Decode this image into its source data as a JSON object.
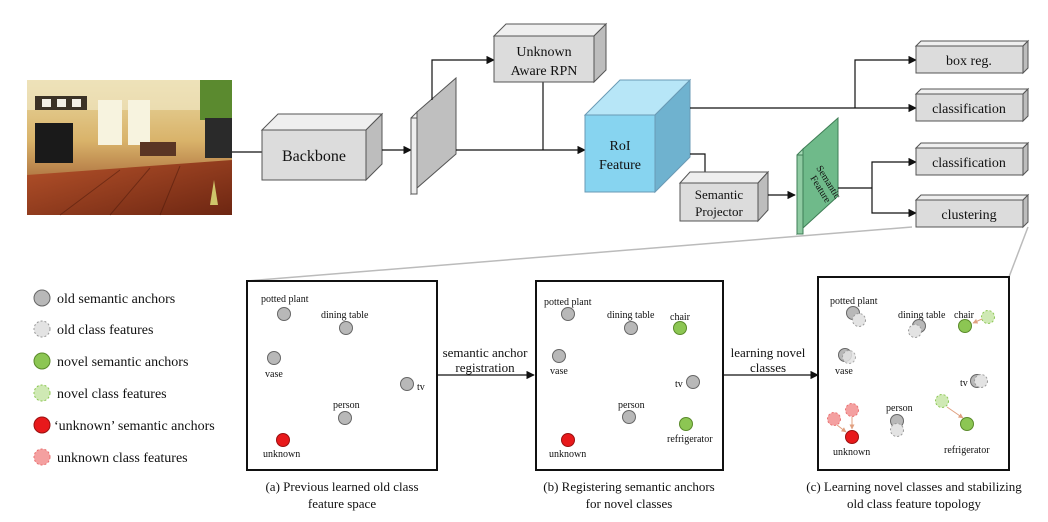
{
  "pipeline": {
    "backbone": "Backbone",
    "rpn": [
      "Unknown",
      "Aware RPN"
    ],
    "roi": [
      "RoI",
      "Feature"
    ],
    "projector": [
      "Semantic",
      "Projector"
    ],
    "semantic_feature": [
      "Semantic",
      "Feature"
    ],
    "outputs": {
      "box_reg": "box reg.",
      "classification_top": "classification",
      "classification_bottom": "classification",
      "clustering": "clustering"
    }
  },
  "legend": {
    "old_anchor": "old semantic anchors",
    "old_feature": "old class features",
    "novel_anchor": "novel semantic anchors",
    "novel_feature": "novel class features",
    "unknown_anchor": "‘unknown’ semantic anchors",
    "unknown_feature": "unknown class features"
  },
  "colors": {
    "old": "#b8b8b8",
    "novel": "#8cc653",
    "unknown": "#e8191b",
    "roi_front": "#87d4f0",
    "semantic_feature": "#6fba8a",
    "box_front": "#dcdcdc"
  },
  "panels": {
    "a": {
      "labels": {
        "potted_plant": "potted plant",
        "dining_table": "dining table",
        "vase": "vase",
        "tv": "tv",
        "person": "person",
        "unknown": "unknown"
      },
      "caption": [
        "(a) Previous learned old class",
        "feature space"
      ]
    },
    "b": {
      "labels": {
        "potted_plant": "potted plant",
        "dining_table": "dining table",
        "chair": "chair",
        "vase": "vase",
        "tv": "tv",
        "person": "person",
        "refrigerator": "refrigerator",
        "unknown": "unknown"
      },
      "caption": [
        "(b) Registering semantic anchors",
        "for novel classes"
      ]
    },
    "c": {
      "labels": {
        "potted_plant": "potted plant",
        "dining_table": "dining table",
        "chair": "chair",
        "vase": "vase",
        "tv": "tv",
        "person": "person",
        "refrigerator": "refrigerator",
        "unknown": "unknown"
      },
      "caption": [
        "(c) Learning novel classes and stabilizing",
        "old class feature topology"
      ]
    }
  },
  "transitions": {
    "ab": [
      "semantic anchor",
      "registration"
    ],
    "bc": [
      "learning novel",
      "classes"
    ]
  }
}
